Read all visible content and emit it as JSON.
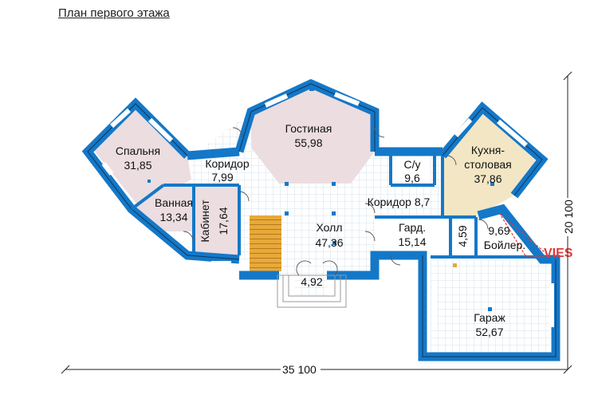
{
  "title": "План первого этажа",
  "rooms": {
    "bedroom": {
      "name": "Спальня",
      "area": "31,85"
    },
    "bath": {
      "name": "Ванная",
      "area": "13,34"
    },
    "corr1": {
      "name": "Коридор",
      "area": "7,99"
    },
    "study": {
      "name": "Кабинет",
      "area": "17,64"
    },
    "living": {
      "name": "Гостиная",
      "area": "55,98"
    },
    "wc": {
      "name": "С/у",
      "area": "9,6"
    },
    "corr2": {
      "label": "Коридор 8,7"
    },
    "hall": {
      "name": "Холл",
      "area": "47,36"
    },
    "kitchen": {
      "name1": "Кухня-",
      "name2": "столовая",
      "area": "37,86"
    },
    "ward": {
      "name": "Гард.",
      "area": "15,14"
    },
    "small1": {
      "label": "4,59"
    },
    "boiler": {
      "area": "9,69",
      "name": "Бойлер."
    },
    "porch": {
      "label": "4,92"
    },
    "garage": {
      "name": "Гараж",
      "area": "52,67"
    }
  },
  "dimensions": {
    "width": "35 100",
    "height": "20 100"
  },
  "watermark": "VIES",
  "colors": {
    "wall": "#1478c8",
    "floor_pink": "#ecdde0",
    "floor_beige": "#f3e6c4",
    "stair": "#e8a93a",
    "grid": "#c9dae8"
  }
}
